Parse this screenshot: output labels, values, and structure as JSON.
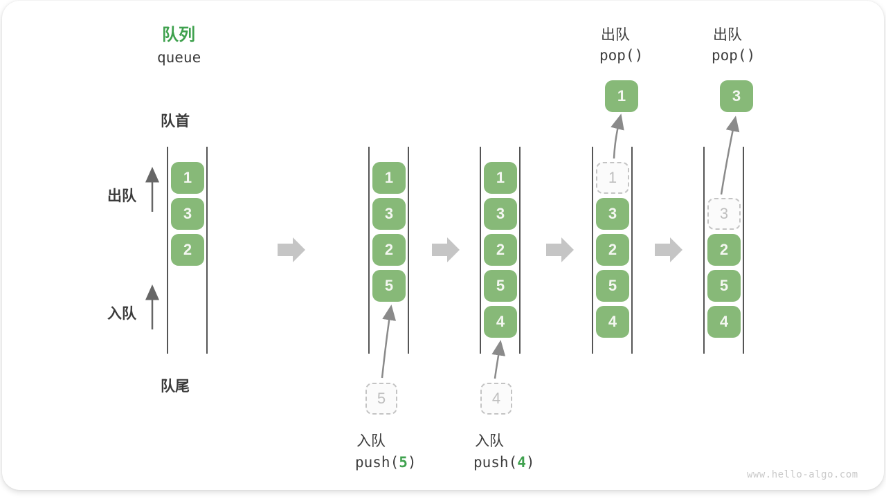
{
  "title": {
    "zh": "队列",
    "en": "queue"
  },
  "side_labels": {
    "front": "队首",
    "dequeue": "出队",
    "enqueue": "入队",
    "rear": "队尾"
  },
  "colors": {
    "box_green": "#87b978",
    "accent_green": "#3fa14e",
    "line_gray": "#555555",
    "block_arrow_gray": "#c5c5c5",
    "thin_arrow_gray": "#8a8a8a"
  },
  "queue1": {
    "boxes": [
      "1",
      "3",
      "2"
    ]
  },
  "queue2": {
    "boxes": [
      "1",
      "3",
      "2",
      "5"
    ],
    "pending_value": "5",
    "op_label": "入队",
    "code_pre": "push(",
    "code_arg": "5",
    "code_post": ")"
  },
  "queue3": {
    "boxes": [
      "1",
      "3",
      "2",
      "5",
      "4"
    ],
    "pending_value": "4",
    "op_label": "入队",
    "code_pre": "push(",
    "code_arg": "4",
    "code_post": ")"
  },
  "queue4": {
    "dashed_value": "1",
    "boxes": [
      "3",
      "2",
      "5",
      "4"
    ],
    "op_label": "出队",
    "code": "pop()",
    "popped_value": "1"
  },
  "queue5": {
    "dashed_value": "3",
    "boxes": [
      "2",
      "5",
      "4"
    ],
    "op_label": "出队",
    "code": "pop()",
    "popped_value": "3"
  },
  "watermark": "www.hello-algo.com"
}
